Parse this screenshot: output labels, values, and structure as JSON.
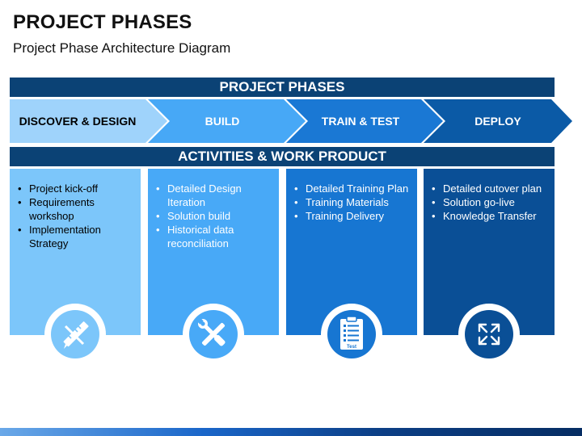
{
  "header": {
    "title": "PROJECT PHASES",
    "subtitle": "Project Phase Architecture Diagram"
  },
  "phases_bar": {
    "label": "PROJECT PHASES"
  },
  "phases": [
    {
      "label": "DISCOVER & DESIGN",
      "color": "#9fd3fb",
      "text_color": "#000000"
    },
    {
      "label": "BUILD",
      "color": "#47a8f6",
      "text_color": "#ffffff"
    },
    {
      "label": "TRAIN & TEST",
      "color": "#1a78d4",
      "text_color": "#ffffff"
    },
    {
      "label": "DEPLOY",
      "color": "#0b5aa6",
      "text_color": "#ffffff"
    }
  ],
  "activities_bar": {
    "label": "ACTIVITIES & WORK PRODUCT"
  },
  "columns": [
    {
      "items": [
        "Project kick-off",
        "Requirements workshop",
        "Implementation Strategy"
      ],
      "icon": "design-tools-icon"
    },
    {
      "items": [
        "Detailed Design Iteration",
        "Solution build",
        "Historical data reconciliation"
      ],
      "icon": "wrench-screwdriver-icon"
    },
    {
      "items": [
        "Detailed Training Plan",
        "Training Materials",
        "Training Delivery"
      ],
      "icon": "test-clipboard-icon",
      "icon_text": "Test"
    },
    {
      "items": [
        "Detailed cutover plan",
        "Solution go-live",
        "Knowledge Transfer"
      ],
      "icon": "expand-arrows-icon"
    }
  ],
  "colors": {
    "navy": "#0b4275",
    "col1": "#7cc6fa",
    "col2": "#48a9f7",
    "col3": "#1776d2",
    "col4": "#0a4f96"
  }
}
